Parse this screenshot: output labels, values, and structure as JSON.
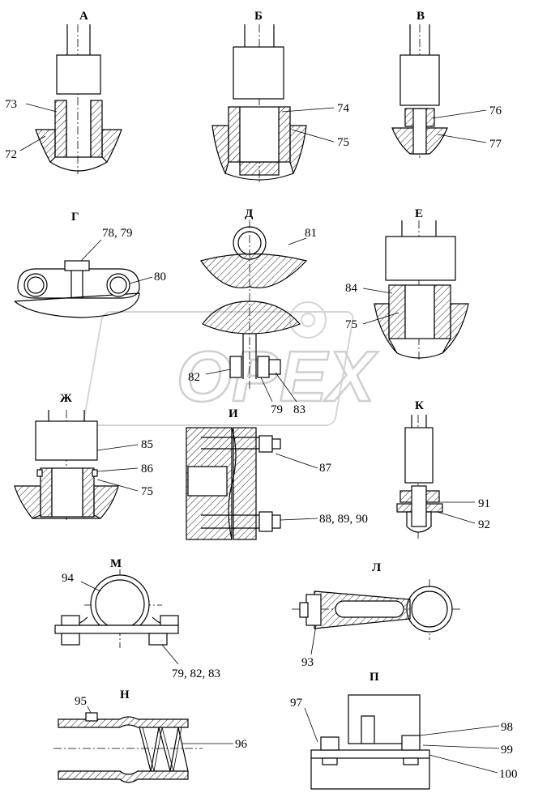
{
  "watermark": {
    "text": "OPEX"
  },
  "views": {
    "A": "А",
    "B": "Б",
    "V": "В",
    "G": "Г",
    "D": "Д",
    "E": "Е",
    "Zh": "Ж",
    "I": "И",
    "K": "К",
    "M": "М",
    "L": "Л",
    "N": "Н",
    "P": "П"
  },
  "callouts": {
    "c73": "73",
    "c72": "72",
    "c74": "74",
    "c75a": "75",
    "c76": "76",
    "c77": "77",
    "c7879": "78, 79",
    "c80": "80",
    "c81": "81",
    "c84": "84",
    "c75b": "75",
    "c82": "82",
    "c79": "79",
    "c83": "83",
    "c85": "85",
    "c86": "86",
    "c75c": "75",
    "c87": "87",
    "c888990": "88, 89, 90",
    "c91": "91",
    "c92": "92",
    "c94": "94",
    "c798283": "79, 82, 83",
    "c93": "93",
    "c95": "95",
    "c96": "96",
    "c97": "97",
    "c98": "98",
    "c99": "99",
    "c100": "100"
  }
}
